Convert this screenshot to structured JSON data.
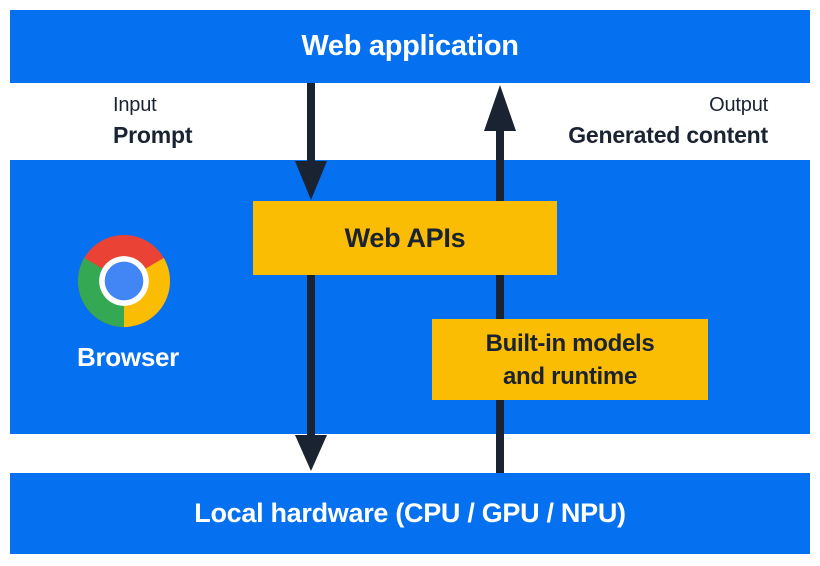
{
  "diagram": {
    "title_context": "Browser built-in AI architecture diagram",
    "web_application": {
      "label": "Web application"
    },
    "flow": {
      "input_caption": "Input",
      "input_label": "Prompt",
      "output_caption": "Output",
      "output_label": "Generated content"
    },
    "browser": {
      "label": "Browser",
      "icon": "chrome-icon"
    },
    "web_apis": {
      "label": "Web APIs"
    },
    "builtin_models": {
      "label": "Built-in models and runtime",
      "line1": "Built-in models",
      "line2": "and runtime"
    },
    "local_hardware": {
      "label": "Local hardware (CPU / GPU / NPU)"
    },
    "colors": {
      "section_blue": "#0570F0",
      "box_yellow": "#FBBC04",
      "text_navy": "#1A2332",
      "arrow_navy": "#1A2332",
      "text_white": "#FFFFFF",
      "chrome_red": "#EA4335",
      "chrome_green": "#34A853",
      "chrome_yellow": "#FBBC04",
      "chrome_blue": "#4285F4"
    }
  }
}
